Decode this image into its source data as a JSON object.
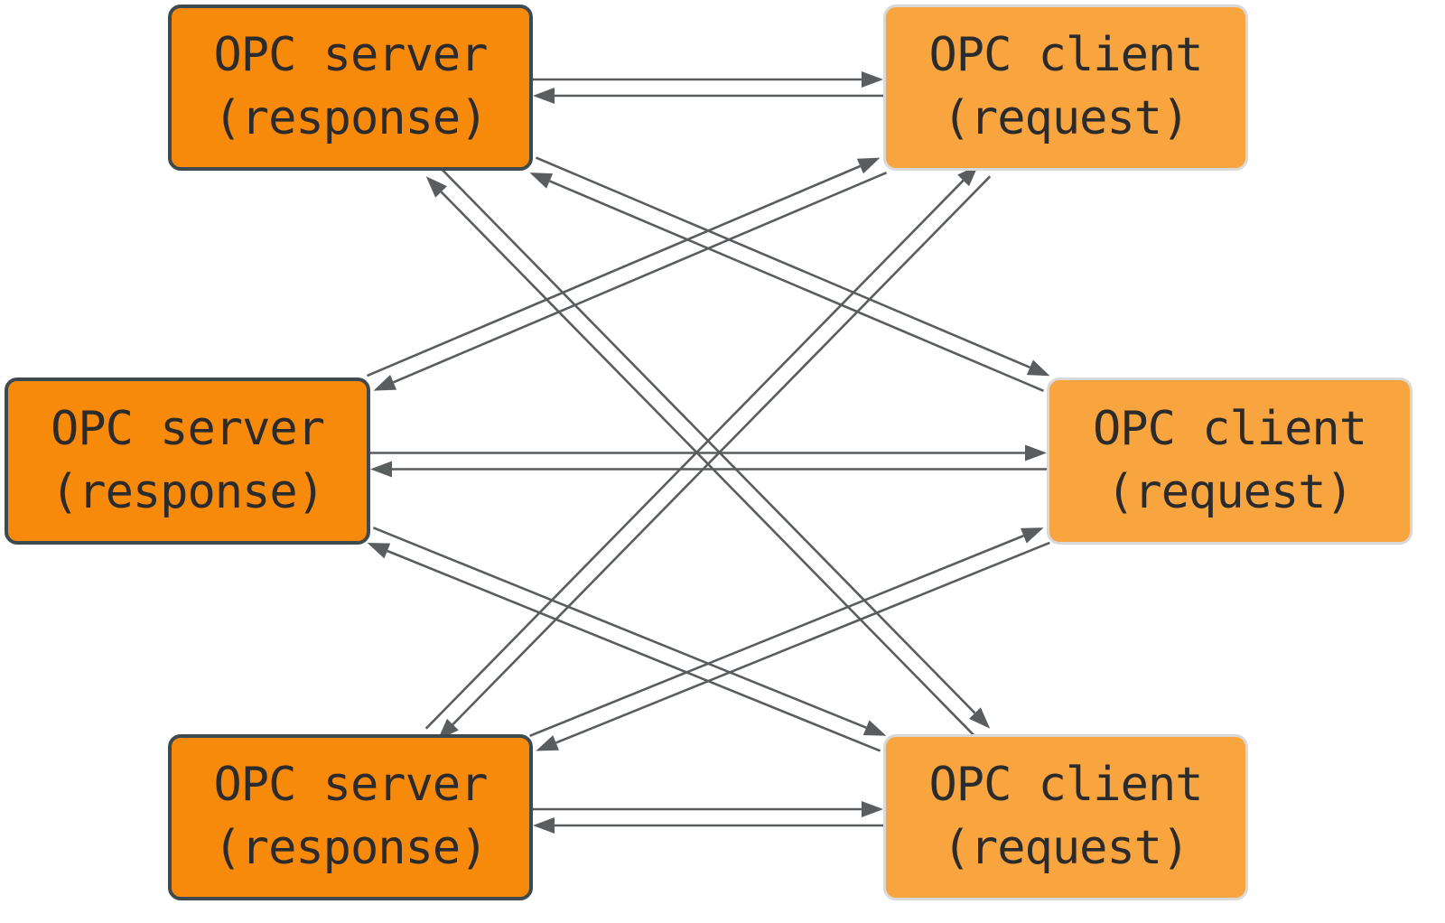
{
  "servers": [
    {
      "line1": "OPC server",
      "line2": "(response)"
    },
    {
      "line1": "OPC server",
      "line2": "(response)"
    },
    {
      "line1": "OPC server",
      "line2": "(response)"
    }
  ],
  "clients": [
    {
      "line1": "OPC client",
      "line2": "(request)"
    },
    {
      "line1": "OPC client",
      "line2": "(request)"
    },
    {
      "line1": "OPC client",
      "line2": "(request)"
    }
  ],
  "connections": [
    {
      "server": 0,
      "client": 0,
      "bidirectional": true
    },
    {
      "server": 0,
      "client": 1,
      "bidirectional": true
    },
    {
      "server": 0,
      "client": 2,
      "bidirectional": true
    },
    {
      "server": 1,
      "client": 0,
      "bidirectional": true
    },
    {
      "server": 1,
      "client": 1,
      "bidirectional": true
    },
    {
      "server": 1,
      "client": 2,
      "bidirectional": true
    },
    {
      "server": 2,
      "client": 0,
      "bidirectional": true
    },
    {
      "server": 2,
      "client": 1,
      "bidirectional": true
    },
    {
      "server": 2,
      "client": 2,
      "bidirectional": true
    }
  ],
  "colors": {
    "server_fill": "#f7890b",
    "server_border": "#3e4a4d",
    "client_fill": "#f9a53f",
    "client_border": "#d9d9d9",
    "arrow": "#5a5d60",
    "text": "#2b2b2b"
  }
}
